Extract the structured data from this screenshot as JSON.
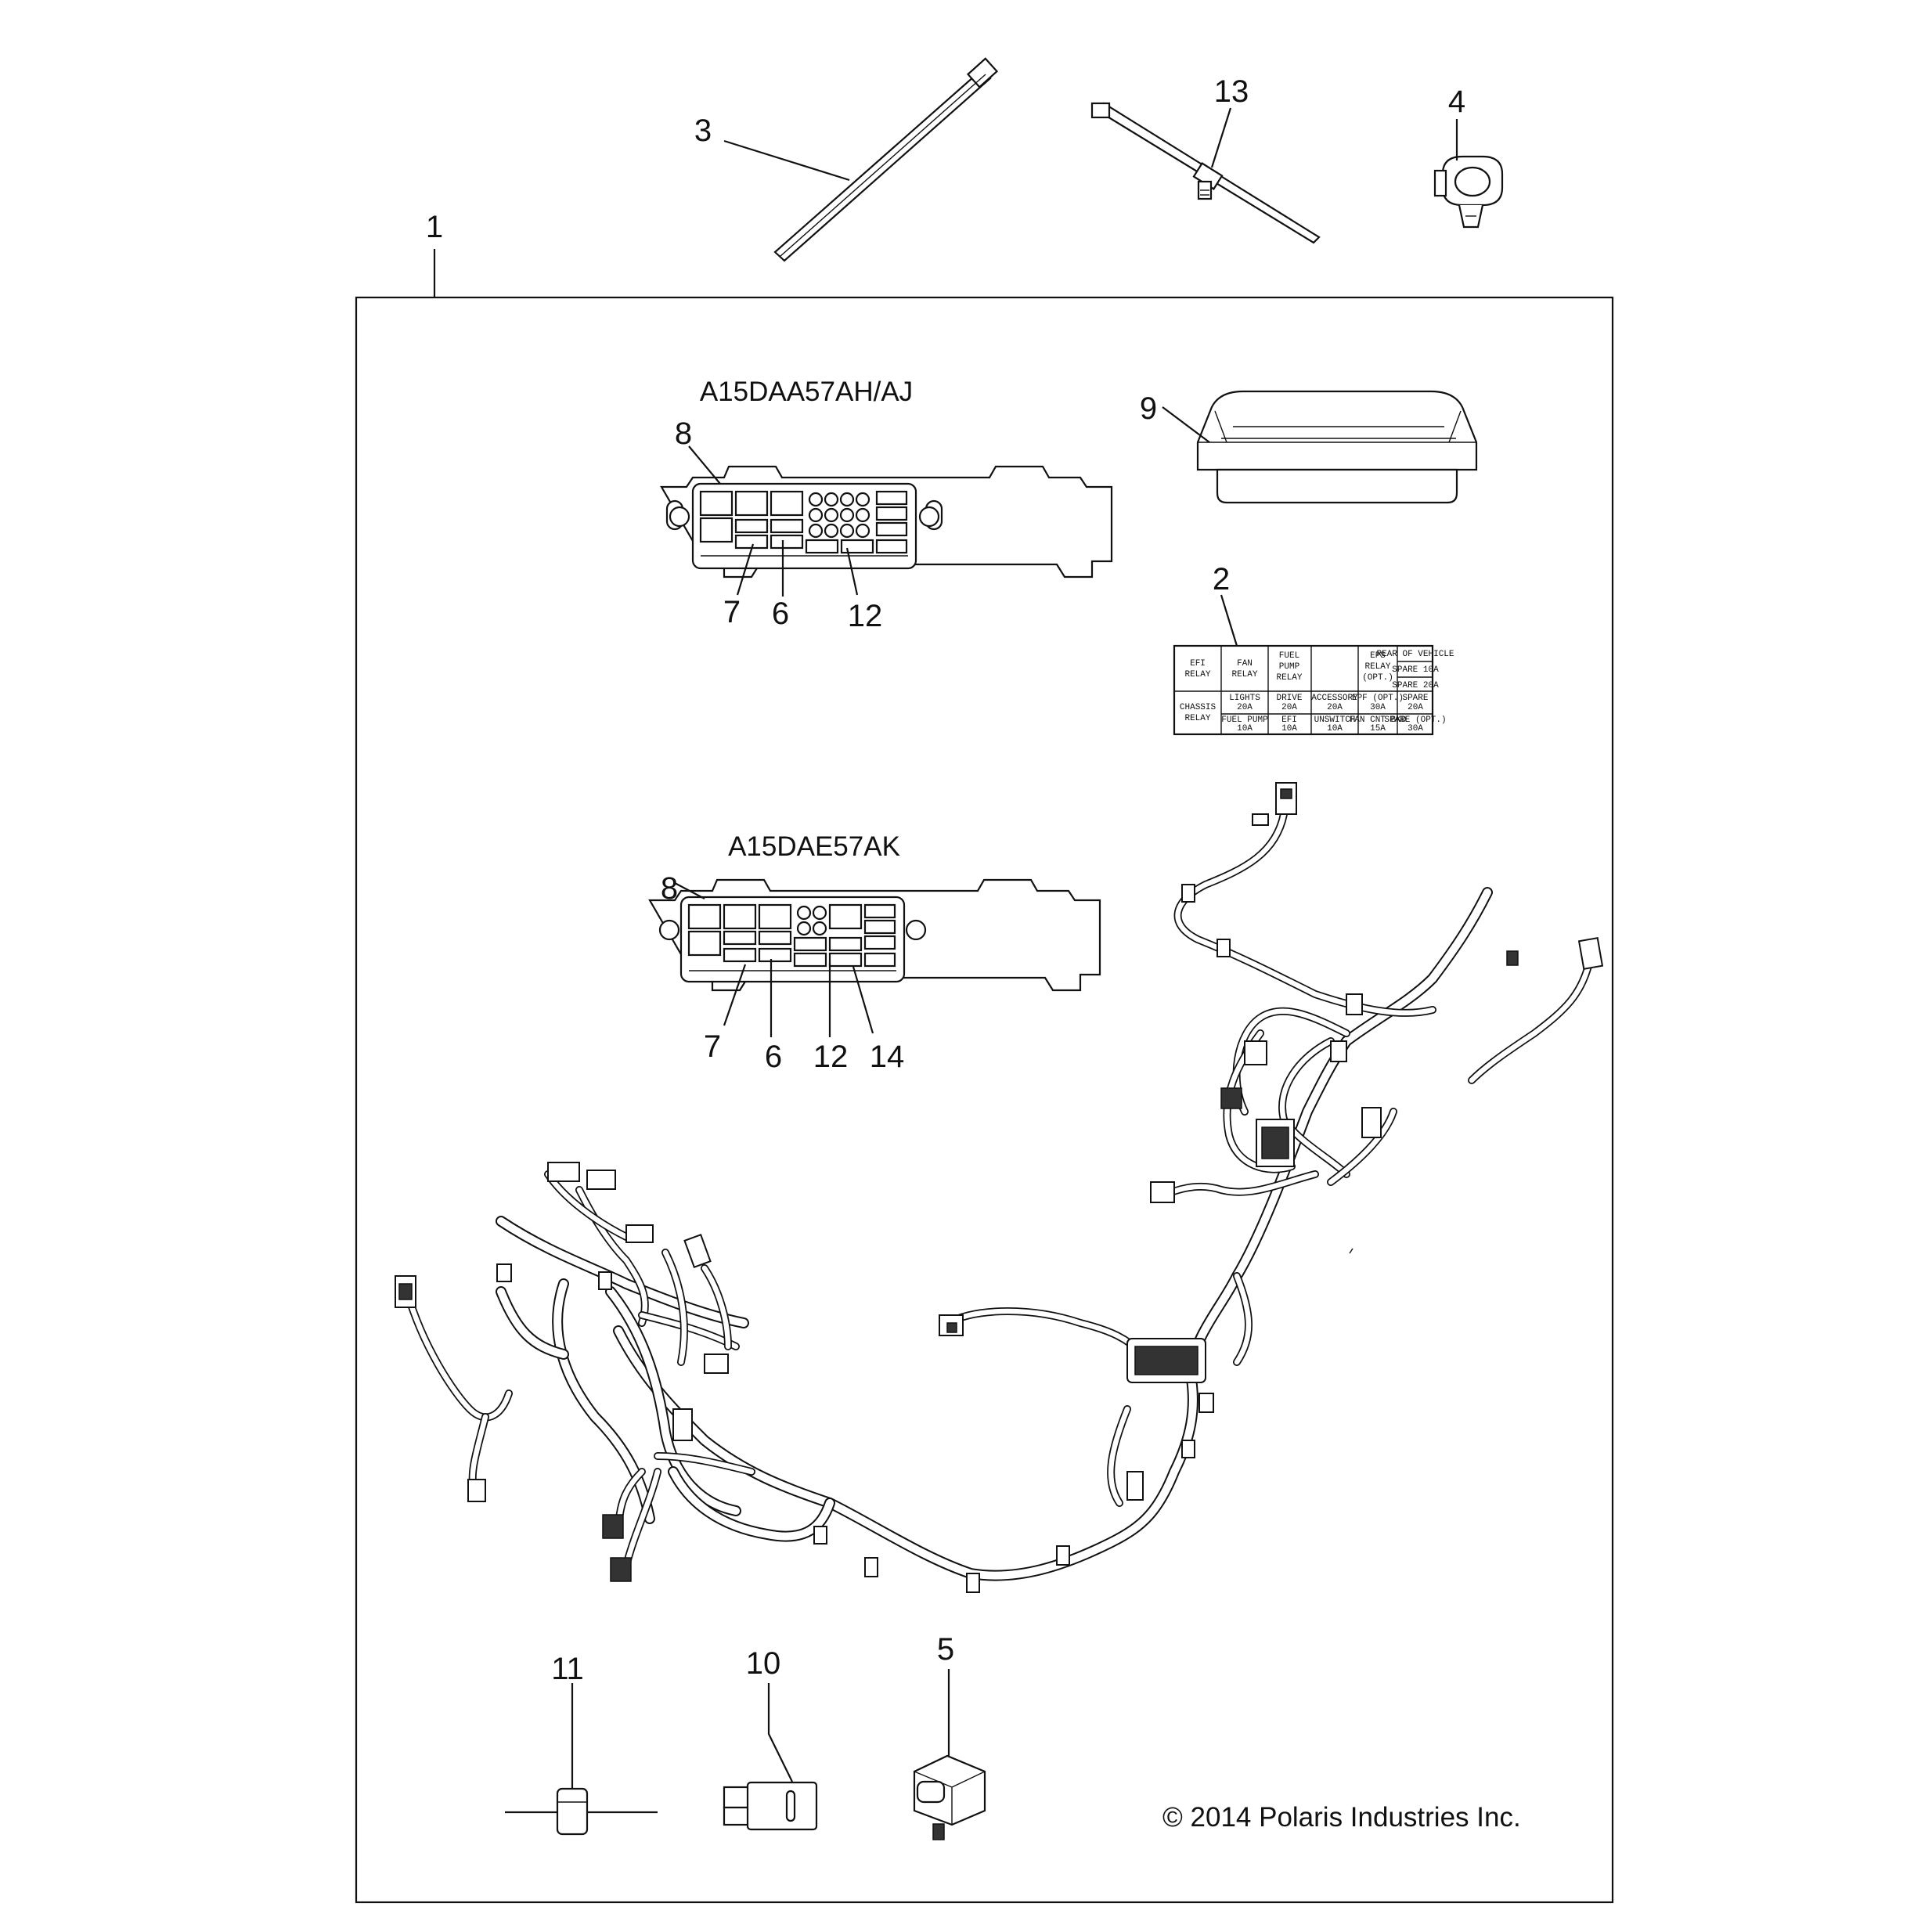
{
  "diagram": {
    "callouts": [
      {
        "id": "c1",
        "text": "1"
      },
      {
        "id": "c2",
        "text": "2"
      },
      {
        "id": "c3",
        "text": "3"
      },
      {
        "id": "c4",
        "text": "4"
      },
      {
        "id": "c5",
        "text": "5"
      },
      {
        "id": "c6a",
        "text": "6"
      },
      {
        "id": "c6b",
        "text": "6"
      },
      {
        "id": "c7a",
        "text": "7"
      },
      {
        "id": "c7b",
        "text": "7"
      },
      {
        "id": "c8a",
        "text": "8"
      },
      {
        "id": "c8b",
        "text": "8"
      },
      {
        "id": "c9",
        "text": "9"
      },
      {
        "id": "c10",
        "text": "10"
      },
      {
        "id": "c11",
        "text": "11"
      },
      {
        "id": "c12a",
        "text": "12"
      },
      {
        "id": "c12b",
        "text": "12"
      },
      {
        "id": "c13",
        "text": "13"
      },
      {
        "id": "c14",
        "text": "14"
      }
    ],
    "variant_top": "A15DAA57AH/AJ",
    "variant_bottom": "A15DAE57AK",
    "copyright": "© 2014 Polaris Industries Inc.",
    "decal": {
      "row1": [
        "EFI",
        "RELAY",
        "FAN",
        "RELAY",
        "FUEL",
        "PUMP",
        "RELAY",
        "EPS",
        "RELAY",
        "(OPT.)",
        "REAR OF VEHICLE",
        "SPARE 10A",
        "SPARE 20A"
      ],
      "row2": [
        "CHASSIS",
        "RELAY",
        "LIGHTS",
        "20A",
        "DRIVE",
        "20A",
        "ACCESSORY",
        "20A",
        "EPF (OPT.)",
        "30A",
        "SPARE",
        "20A"
      ],
      "row3": [
        "FUEL PUMP",
        "10A",
        "EFI",
        "10A",
        "UNSWITCH",
        "10A",
        "FAN CNT BKD",
        "15A",
        "SPARE (OPT.)",
        "30A"
      ]
    }
  }
}
